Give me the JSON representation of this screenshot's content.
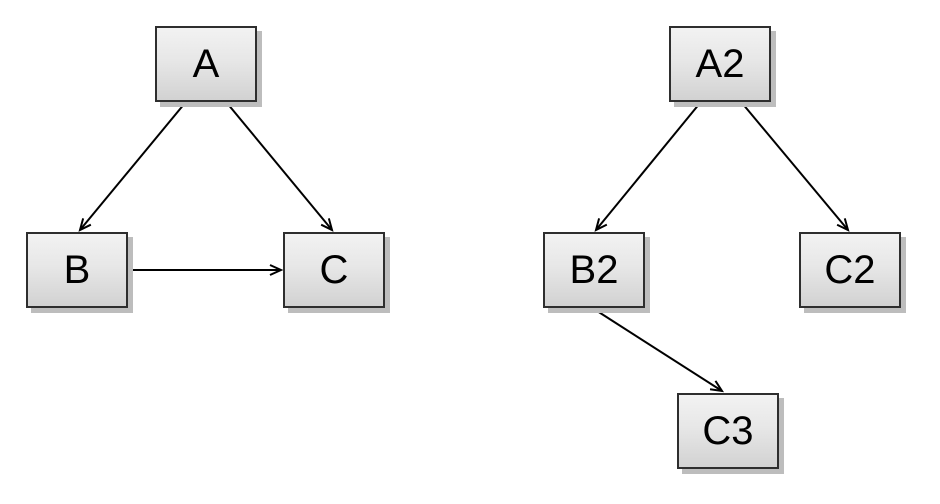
{
  "diagram": {
    "type": "directed-graph",
    "background_color": "#ffffff",
    "node_style": {
      "shape": "rectangle",
      "fill_top": "#f2f2f2",
      "fill_bottom": "#d2d2d2",
      "border_color": "#2e2e2e",
      "shadow_color": "#bdbdbd",
      "text_color": "#000000"
    },
    "edge_style": {
      "color": "#000000",
      "arrowhead": "open-v"
    },
    "graphs": [
      {
        "id": "left-graph",
        "nodes": [
          {
            "id": "A",
            "label": "A"
          },
          {
            "id": "B",
            "label": "B"
          },
          {
            "id": "C",
            "label": "C"
          }
        ],
        "edges": [
          {
            "from": "A",
            "to": "B"
          },
          {
            "from": "A",
            "to": "C"
          },
          {
            "from": "B",
            "to": "C"
          }
        ]
      },
      {
        "id": "right-graph",
        "nodes": [
          {
            "id": "A2",
            "label": "A2"
          },
          {
            "id": "B2",
            "label": "B2"
          },
          {
            "id": "C2",
            "label": "C2"
          },
          {
            "id": "C3",
            "label": "C3"
          }
        ],
        "edges": [
          {
            "from": "A2",
            "to": "B2"
          },
          {
            "from": "A2",
            "to": "C2"
          },
          {
            "from": "B2",
            "to": "C3"
          }
        ]
      }
    ]
  }
}
